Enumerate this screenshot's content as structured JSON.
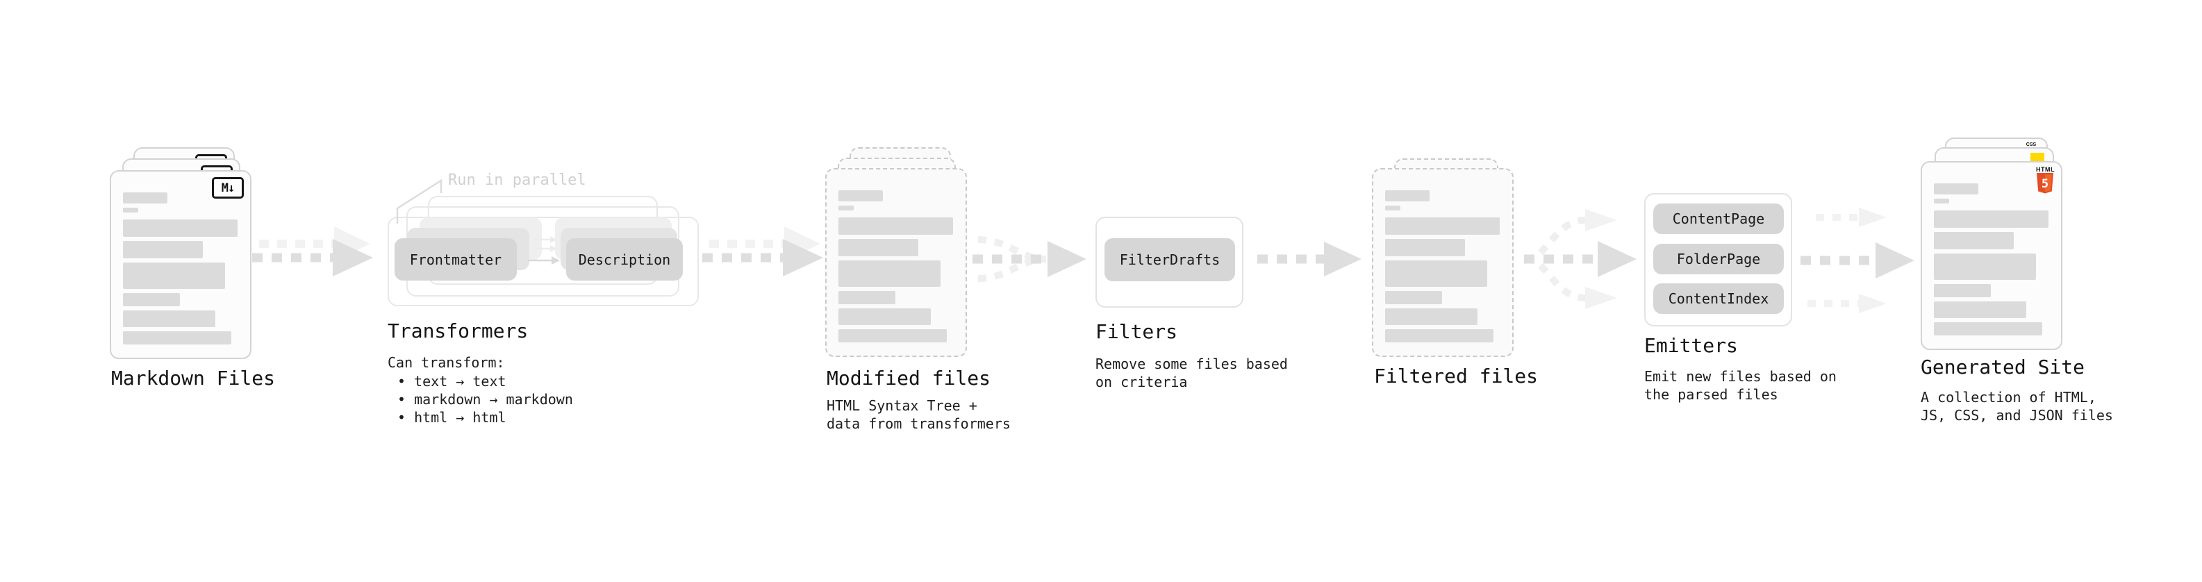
{
  "stages": {
    "markdown_files": {
      "label": "Markdown Files",
      "badge": "M↓"
    },
    "transformers": {
      "label": "Transformers",
      "annotation": "Run in parallel",
      "steps": [
        {
          "label": "Frontmatter"
        },
        {
          "label": "Description"
        }
      ],
      "description_title": "Can transform:",
      "bullets": [
        "• text → text",
        "• markdown → markdown",
        "• html → html"
      ]
    },
    "modified_files": {
      "label": "Modified files",
      "description": [
        "HTML Syntax Tree +",
        "data from transformers"
      ]
    },
    "filters": {
      "label": "Filters",
      "steps": [
        {
          "label": "FilterDrafts"
        }
      ],
      "description": [
        "Remove some files based",
        "on criteria"
      ]
    },
    "filtered_files": {
      "label": "Filtered files"
    },
    "emitters": {
      "label": "Emitters",
      "steps": [
        {
          "label": "ContentPage"
        },
        {
          "label": "FolderPage"
        },
        {
          "label": "ContentIndex"
        }
      ],
      "description": [
        "Emit new files based on",
        "the parsed files"
      ]
    },
    "generated_site": {
      "label": "Generated Site",
      "description": [
        "A collection of HTML,",
        "JS, CSS, and JSON files"
      ],
      "badges": {
        "html_text": "HTML",
        "html_number": "5",
        "css_text": "CSS"
      }
    }
  },
  "colors": {
    "html5_orange": "#e44d26",
    "html5_orange_light": "#f16529",
    "css_blue": "#2f6fed",
    "js_yellow": "#ffd800",
    "arrow_gray": "#dedede",
    "arrow_ghost": "#f1f1f1",
    "annotation_gray": "#d0d0d0",
    "card_border": "#d3d3d3",
    "skeleton_bar": "#dbdbdb",
    "text": "#161616"
  }
}
